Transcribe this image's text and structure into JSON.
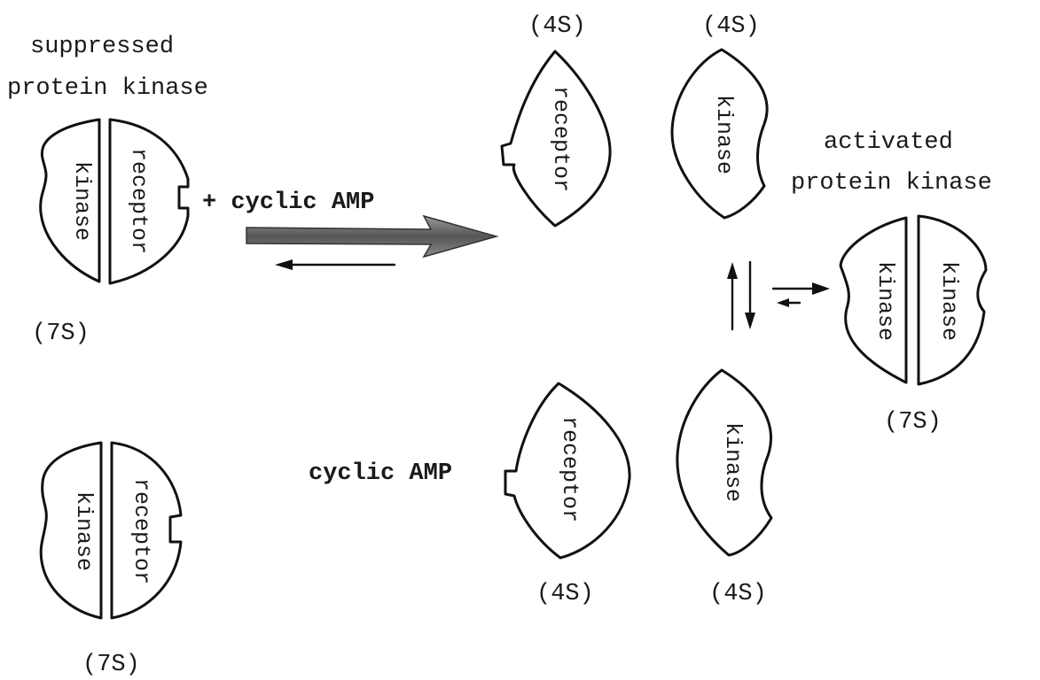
{
  "labels": {
    "suppressed_line1": "suppressed",
    "suppressed_line2": "protein kinase",
    "activated_line1": "activated",
    "activated_line2": "protein kinase",
    "plus_cyclic_amp": "+ cyclic AMP",
    "cyclic_amp": "cyclic AMP",
    "sed_7s": "(7S)",
    "sed_4s": "(4S)"
  },
  "subunits": {
    "kinase": "kinase",
    "receptor": "receptor"
  }
}
